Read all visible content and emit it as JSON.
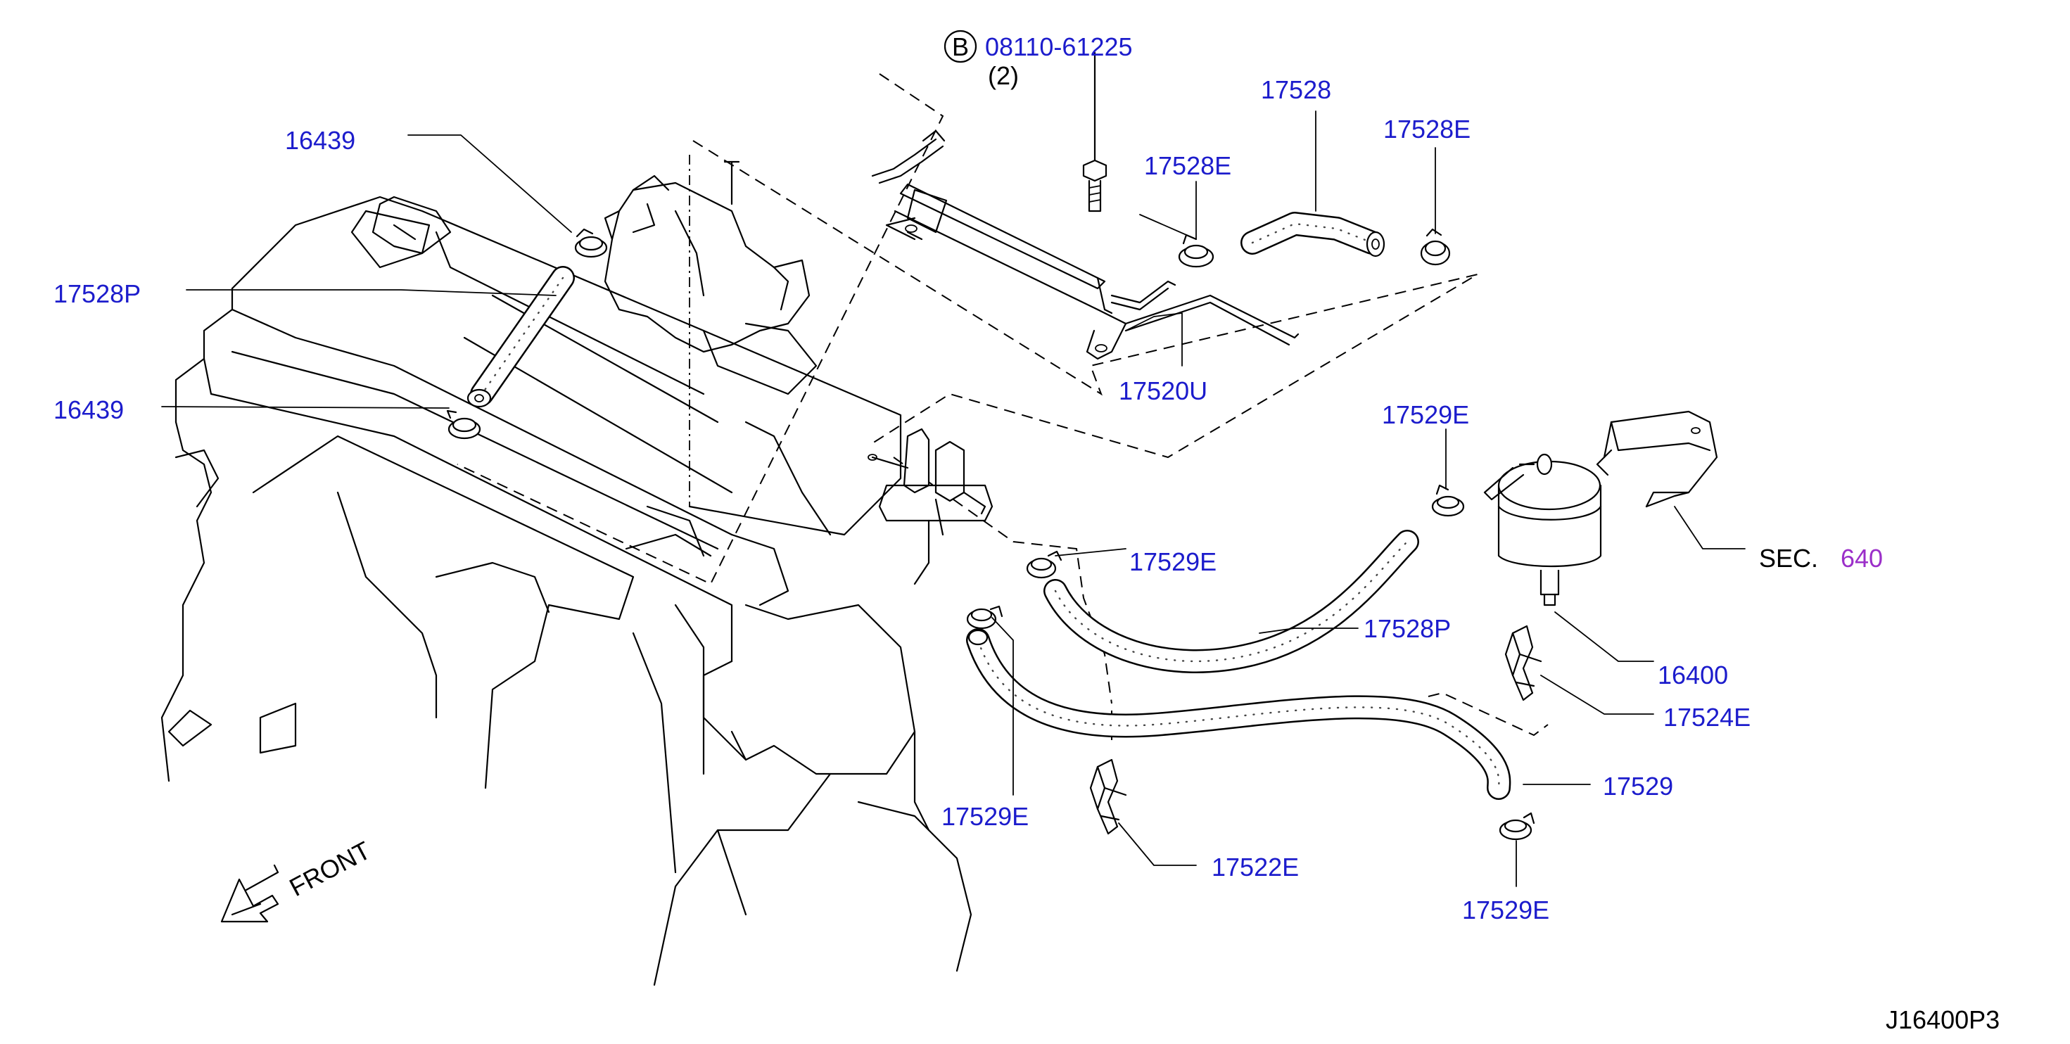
{
  "callouts": {
    "bolt_symbol": "B",
    "bolt_part": "08110-61225",
    "bolt_qty": "(2)",
    "p17528": "17528",
    "p17528e_a": "17528E",
    "p17528e_b": "17528E",
    "p16439_top": "16439",
    "p17528p_left": "17528P",
    "p16439_mid": "16439",
    "p17520u": "17520U",
    "p17529e_top": "17529E",
    "p17529e_mid": "17529E",
    "sec_label": "SEC.",
    "sec_number": "640",
    "p17528p_right": "17528P",
    "p16400": "16400",
    "p17524e": "17524E",
    "p17529": "17529",
    "p17529e_low": "17529E",
    "p17522e": "17522E",
    "p17529e_bottom": "17529E",
    "front": "FRONT",
    "diagram_code": "J16400P3"
  },
  "colors": {
    "part_number": "#1c1ccc",
    "section_ref": "#9b2fc9",
    "line": "#000000"
  }
}
